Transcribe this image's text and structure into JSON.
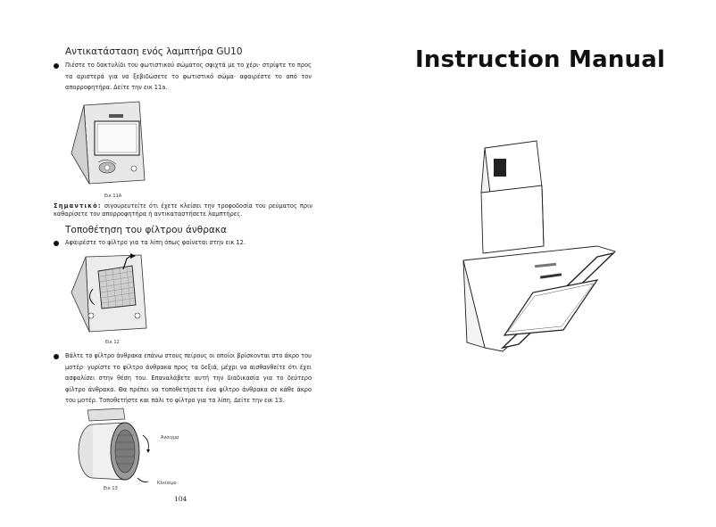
{
  "left_page": {
    "section1": {
      "title": "Αντικατάσταση ενός λαμπτήρα GU10",
      "text": "Πιέστε το δακτυλίδι του φωτιστικού σώματος σφιχτά με το χέρι· στρίψτε το προς τα αριστερά για να ξεβιδώσετε το φωτιστικό σώμα· αφαιρέστε το από τον απορροφητήρα. Δείτε την εικ 11a.",
      "figure_caption": "Εικ 11Α"
    },
    "important": {
      "label": "Σημαντικό:",
      "text": "σιγουρευτείτε ότι έχετε κλείσει την τροφοδοσία του ρεύματος πριν καθαρίσετε τον απορροφητήρα ή αντικαταστήσετε λαμπτήρες."
    },
    "section2": {
      "title": "Τοποθέτηση του φίλτρου άνθρακα",
      "bullet1": "Αφαιρέστε το φίλτρο για τα λίπη όπως φαίνεται στην εικ 12.",
      "figure_caption": "Εικ 12",
      "bullet2": "Βάλτε το φίλτρο άνθρακα επάνω στους πείρους οι οποίοι βρίσκονται στο άκρο του μοτέρ· γυρίστε το φίλτρο άνθρακα προς τα δεξιά, μέχρι να αισθανθείτε ότι έχει ασφαλίσει στην θέση του. Επαναλάβετε αυτή την διαδικασία για το δεύτερο φίλτρο άνθρακα. Θα πρέπει να τοποθετήσετε ένα φίλτρο άνθρακα σε κάθε άκρο του μοτέρ. Τοποθετήστε και πάλι το φίλτρο για τα λίπη. Δείτε την εικ 13.",
      "figure_caption2": "Εικ 13",
      "label_open": "Άνοιγμα",
      "label_close": "Κλείσιμο"
    },
    "page_number": "104"
  },
  "right_page": {
    "title": "Instruction Manual"
  },
  "icons": {
    "bullet": "filled-circle-bullet",
    "fig11": "hood-lamp-replacement-illustration",
    "fig12": "grease-filter-removal-illustration",
    "fig13": "carbon-filter-motor-illustration",
    "hood": "chimney-cooker-hood-illustration"
  }
}
